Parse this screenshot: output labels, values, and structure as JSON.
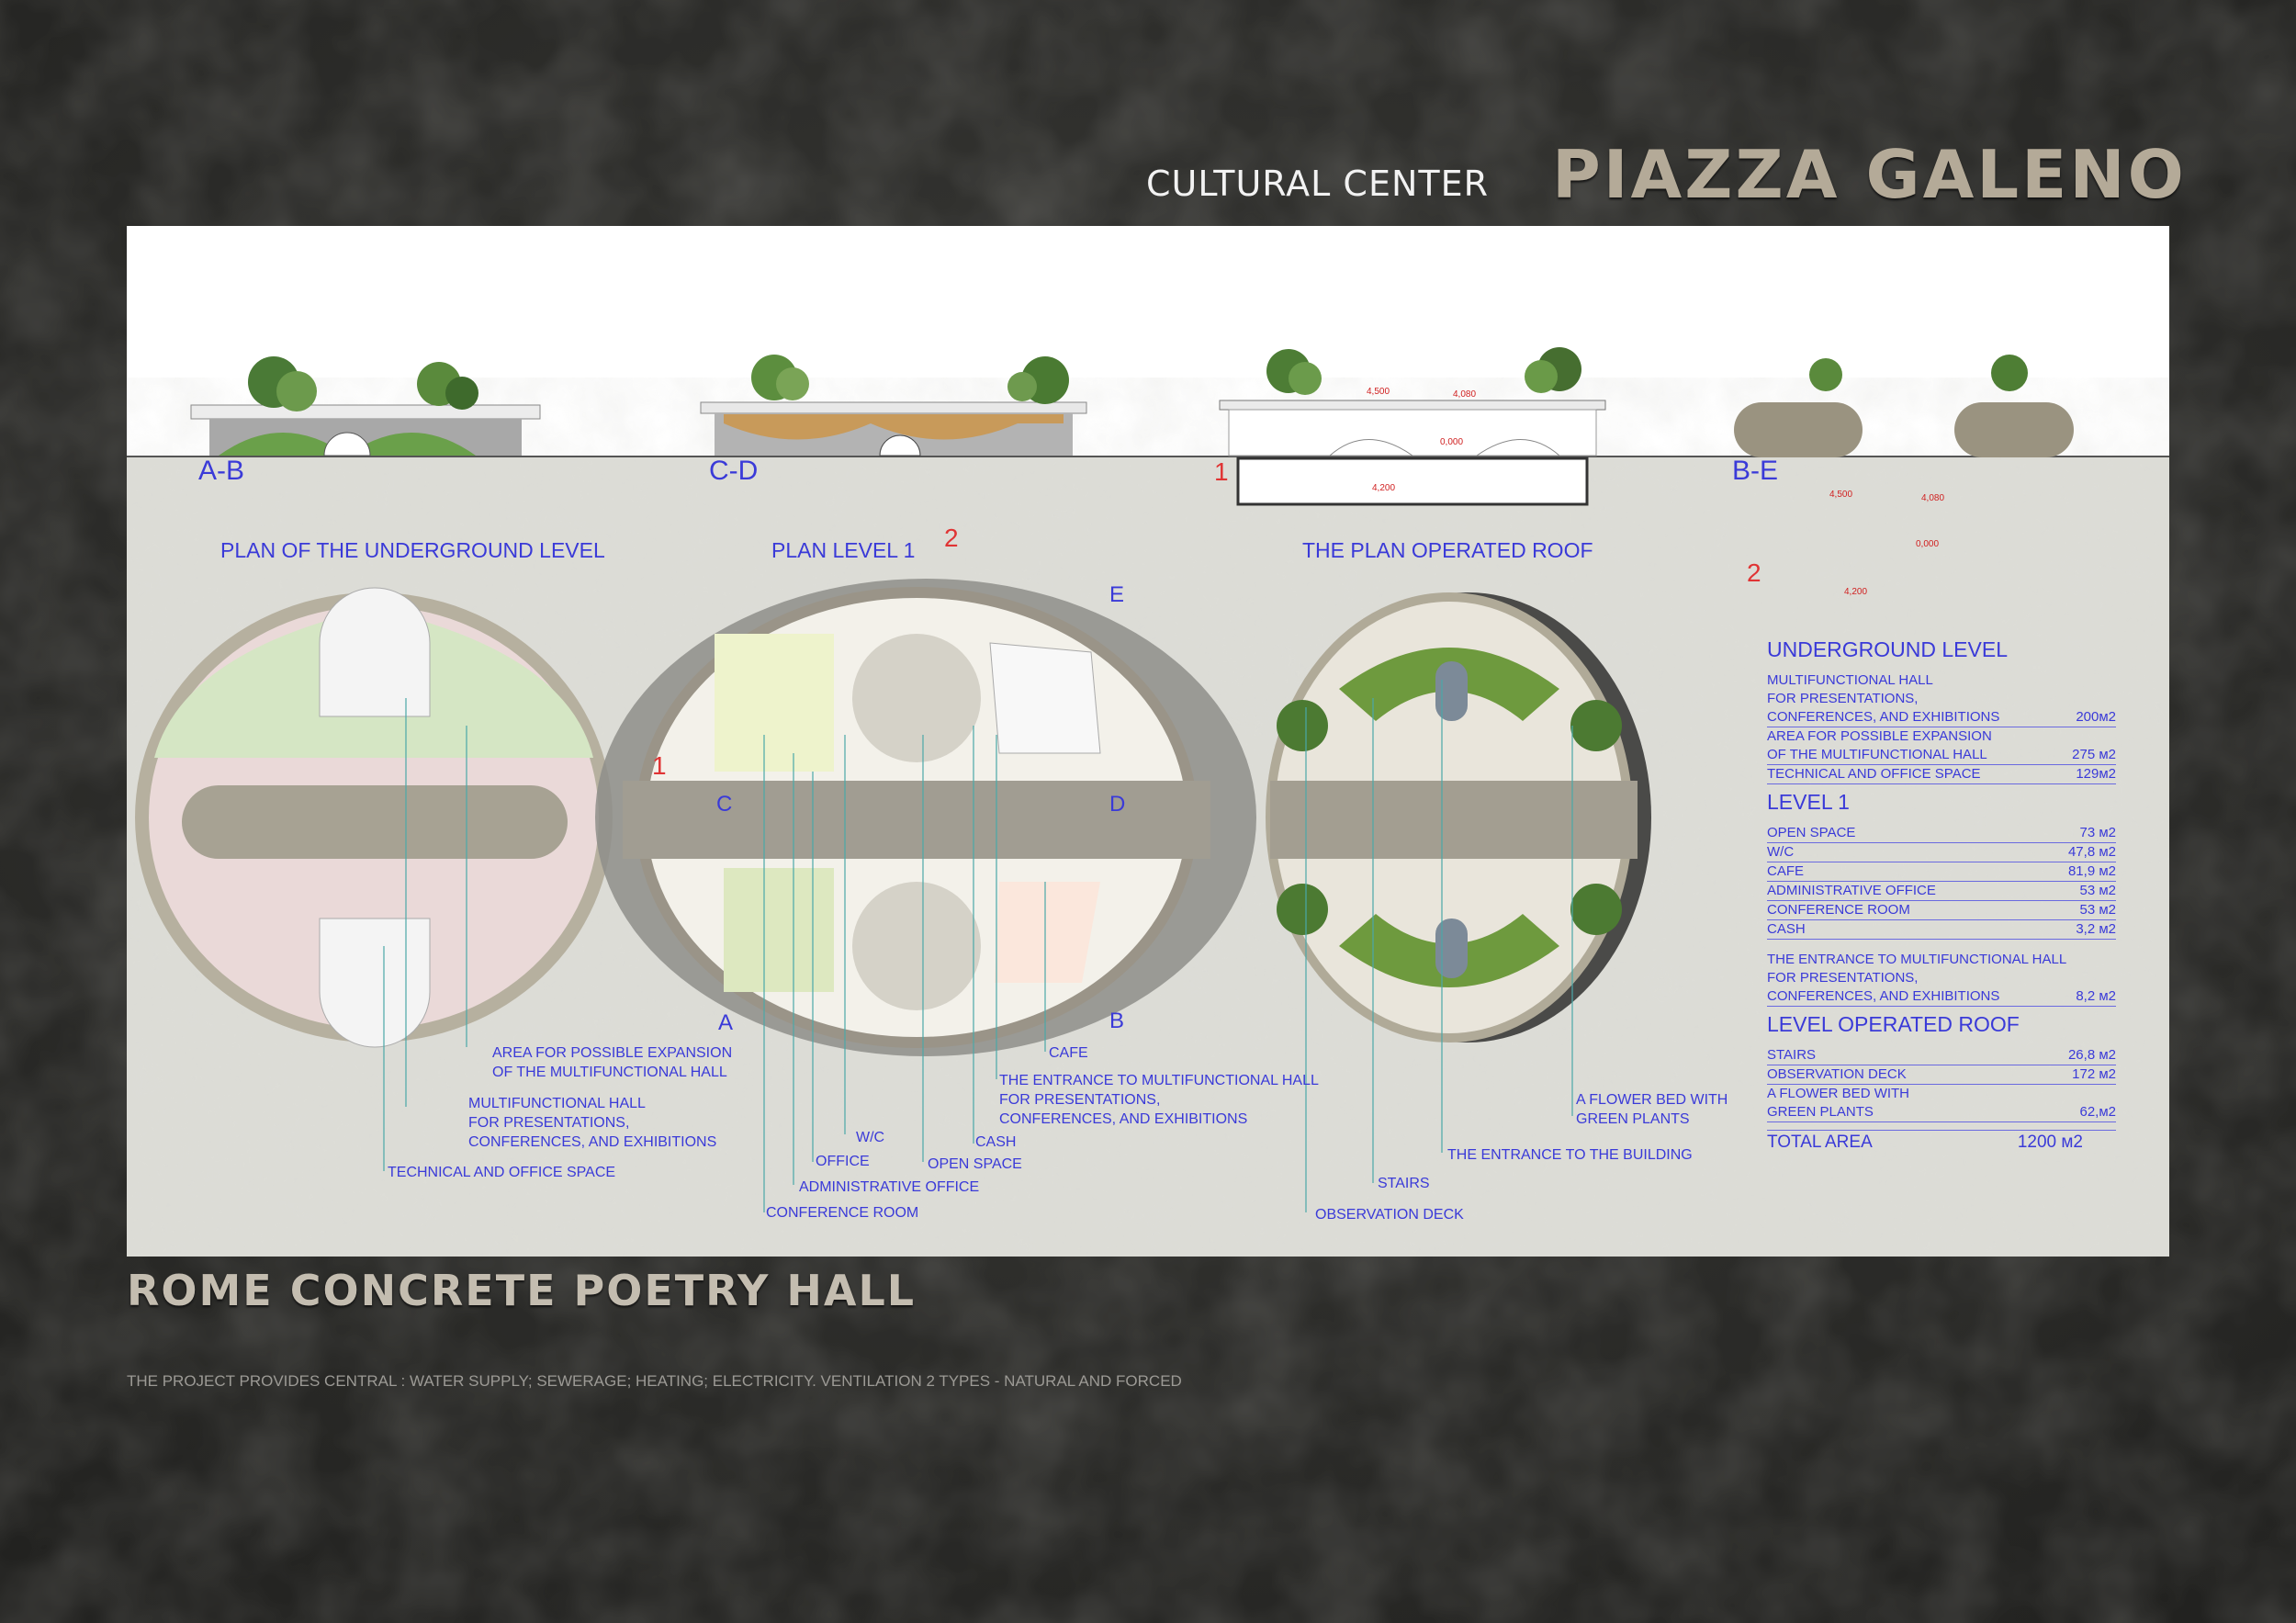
{
  "header": {
    "subtitle": "CULTURAL CENTER",
    "title": "PIAZZA GALENO"
  },
  "footer": {
    "title": "ROME CONCRETE POETRY HALL",
    "note": "THE PROJECT PROVIDES CENTRAL : WATER SUPPLY; SEWERAGE; HEATING; ELECTRICITY. VENTILATION 2 TYPES - NATURAL AND FORCED"
  },
  "sections": {
    "ab": "A-B",
    "cd": "C-D",
    "be": "B-E",
    "n1": "1",
    "n2": "2",
    "n1b": "1",
    "n2b": "2"
  },
  "elevations": {
    "e1": "4,500",
    "e2": "4,080",
    "e3": "0,000",
    "e4": "4,200",
    "e5": "4,500",
    "e6": "4,080",
    "e7": "0,000",
    "e8": "4,200"
  },
  "plans": {
    "underground": "PLAN OF THE UNDERGROUND LEVEL",
    "level1": "PLAN LEVEL 1",
    "roof": "THE PLAN OPERATED ROOF"
  },
  "axes": {
    "a": "A",
    "b": "B",
    "c": "C",
    "d": "D",
    "e": "E"
  },
  "labels": {
    "area_exp": "AREA FOR POSSIBLE EXPANSION\nOF THE MULTIFUNCTIONAL HALL",
    "multi_hall": "MULTIFUNCTIONAL HALL\nFOR PRESENTATIONS,\nCONFERENCES, AND EXHIBITIONS",
    "tech": "TECHNICAL AND OFFICE SPACE",
    "wc": "W/C",
    "office": "OFFICE",
    "admin": "ADMINISTRATIVE OFFICE",
    "conf": "CONFERENCE ROOM",
    "open": "OPEN SPACE",
    "cash": "CASH",
    "cafe": "CAFE",
    "entrance_hall": "THE ENTRANCE TO MULTIFUNCTIONAL HALL\nFOR PRESENTATIONS,\nCONFERENCES, AND EXHIBITIONS",
    "flower": "A FLOWER BED WITH\nGREEN PLANTS",
    "entrance_bld": "THE ENTRANCE TO THE BUILDING",
    "stairs": "STAIRS",
    "obs": "OBSERVATION DECK"
  },
  "table": {
    "h1": "UNDERGROUND LEVEL",
    "u_rows": [
      {
        "t": "MULTIFUNCTIONAL HALL",
        "v": ""
      },
      {
        "t": "FOR PRESENTATIONS,",
        "v": ""
      },
      {
        "t": "CONFERENCES, AND EXHIBITIONS",
        "v": "200м2"
      },
      {
        "t": "AREA FOR POSSIBLE EXPANSION",
        "v": ""
      },
      {
        "t": "OF THE MULTIFUNCTIONAL HALL",
        "v": "275 м2"
      },
      {
        "t": "TECHNICAL AND OFFICE SPACE",
        "v": "129м2"
      }
    ],
    "h2": "LEVEL 1",
    "l_rows": [
      {
        "t": "OPEN SPACE",
        "v": "73 м2"
      },
      {
        "t": "W/C",
        "v": "47,8 м2"
      },
      {
        "t": "CAFE",
        "v": "81,9 м2"
      },
      {
        "t": "ADMINISTRATIVE OFFICE",
        "v": "53 м2"
      },
      {
        "t": "CONFERENCE ROOM",
        "v": "53 м2"
      },
      {
        "t": "CASH",
        "v": "3,2 м2"
      }
    ],
    "l2_rows": [
      {
        "t": "THE ENTRANCE TO MULTIFUNCTIONAL HALL",
        "v": ""
      },
      {
        "t": "FOR PRESENTATIONS,",
        "v": ""
      },
      {
        "t": "CONFERENCES, AND EXHIBITIONS",
        "v": "8,2 м2"
      }
    ],
    "h3": "LEVEL OPERATED ROOF",
    "r_rows": [
      {
        "t": "STAIRS",
        "v": "26,8 м2"
      },
      {
        "t": "OBSERVATION DECK",
        "v": "172 м2"
      },
      {
        "t": "A FLOWER BED WITH",
        "v": ""
      },
      {
        "t": "GREEN PLANTS",
        "v": "62,м2"
      }
    ],
    "total_label": "TOTAL AREA",
    "total_value": "1200 м2"
  },
  "colors": {
    "bg": "#2c2c2a",
    "label": "#3a3ad8",
    "section_red": "#e03434",
    "sheet": "#d9d8d2"
  }
}
